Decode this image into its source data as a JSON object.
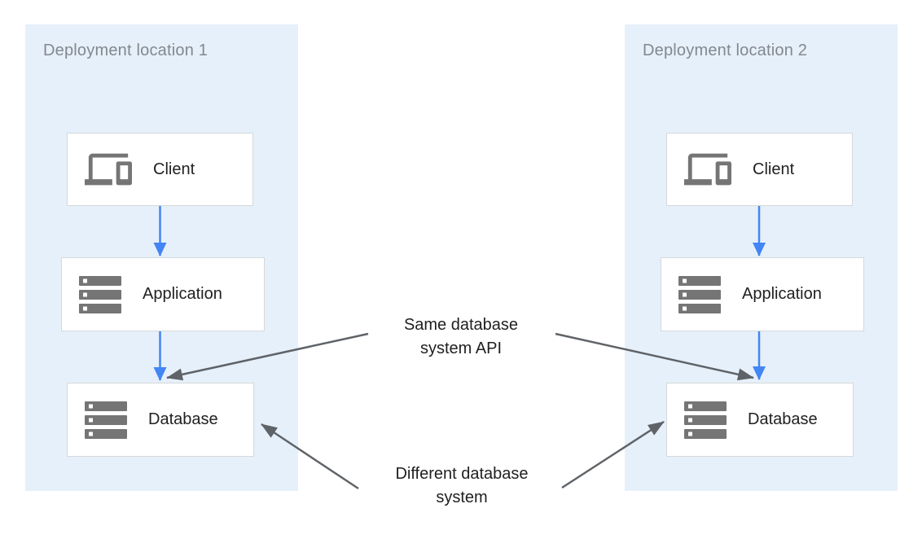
{
  "colors": {
    "page_bg": "#ffffff",
    "panel_bg": "#e6f0fa",
    "panel_title": "#83888e",
    "node_bg": "#ffffff",
    "node_border": "#d6d8da",
    "node_label": "#212121",
    "icon_gray": "#757575",
    "flow_arrow_blue": "#4285f4",
    "annotation_arrow_gray": "#5f6368",
    "annotation_text": "#1f1f1f"
  },
  "diagram": {
    "locations": [
      {
        "title": "Deployment location 1",
        "nodes": [
          {
            "label": "Client",
            "icon": "devices-icon"
          },
          {
            "label": "Application",
            "icon": "server-stack-icon"
          },
          {
            "label": "Database",
            "icon": "server-stack-icon"
          }
        ]
      },
      {
        "title": "Deployment location 2",
        "nodes": [
          {
            "label": "Client",
            "icon": "devices-icon"
          },
          {
            "label": "Application",
            "icon": "server-stack-icon"
          },
          {
            "label": "Database",
            "icon": "server-stack-icon"
          }
        ]
      }
    ],
    "annotations": [
      {
        "id": "same-database-system-api",
        "lines": [
          "Same database",
          "system API"
        ]
      },
      {
        "id": "different-database-system",
        "lines": [
          "Different database",
          "system"
        ]
      }
    ]
  }
}
